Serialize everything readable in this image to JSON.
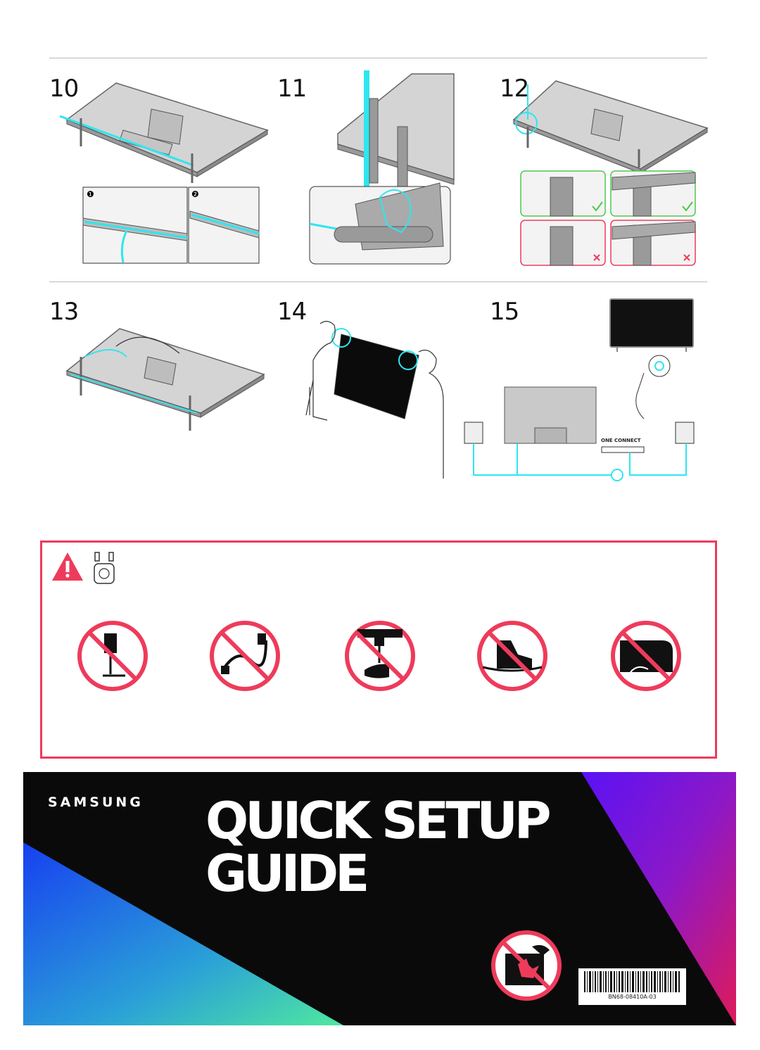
{
  "steps": {
    "s10": "10",
    "s11": "11",
    "s12": "12",
    "s13": "13",
    "s14": "14",
    "s15": "15"
  },
  "sub_steps": {
    "one": "❶",
    "two": "❷"
  },
  "step15": {
    "one_connect_label": "ONE CONNECT"
  },
  "cover": {
    "brand": "SAMSUNG",
    "title_line1": "QUICK SETUP",
    "title_line2": "GUIDE",
    "barcode_text": "BN68-08410A-03"
  },
  "icons": {
    "warning": "warning-triangle-icon",
    "plug": "power-plug-icon",
    "check": "check-icon",
    "cross": "cross-icon"
  },
  "colors": {
    "cyan": "#2ee6f0",
    "warning_red": "#ee3b5b",
    "check_green": "#4cc94c",
    "tv_gray": "#c9c9c9"
  }
}
